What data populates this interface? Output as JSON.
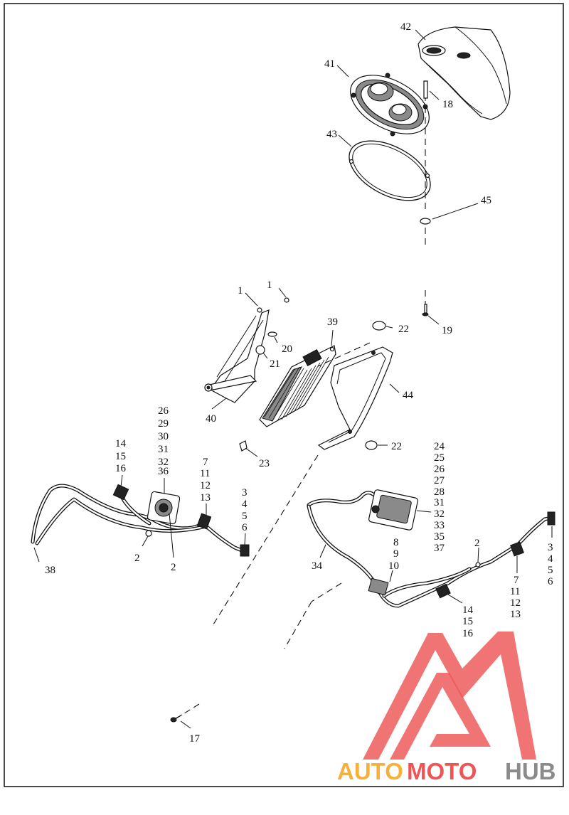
{
  "callouts": [
    {
      "id": "c42",
      "text": "42"
    },
    {
      "id": "c41",
      "text": "41"
    },
    {
      "id": "c18",
      "text": "18"
    },
    {
      "id": "c43",
      "text": "43"
    },
    {
      "id": "c45",
      "text": "45"
    },
    {
      "id": "c1a",
      "text": "1"
    },
    {
      "id": "c1b",
      "text": "1"
    },
    {
      "id": "c19",
      "text": "19"
    },
    {
      "id": "c39",
      "text": "39"
    },
    {
      "id": "c22a",
      "text": "22"
    },
    {
      "id": "c20",
      "text": "20"
    },
    {
      "id": "c21",
      "text": "21"
    },
    {
      "id": "c44",
      "text": "44"
    },
    {
      "id": "c40",
      "text": "40"
    },
    {
      "id": "c23",
      "text": "23"
    },
    {
      "id": "c22b",
      "text": "22"
    },
    {
      "id": "c2a",
      "text": "2"
    },
    {
      "id": "c2b",
      "text": "2"
    },
    {
      "id": "c38",
      "text": "38"
    },
    {
      "id": "c34",
      "text": "34"
    },
    {
      "id": "c2c",
      "text": "2"
    },
    {
      "id": "c17",
      "text": "17"
    }
  ],
  "stacks": [
    {
      "id": "s26",
      "lines": [
        "26",
        "29",
        "30",
        "31",
        "32",
        "36"
      ]
    },
    {
      "id": "s14a",
      "lines": [
        "14",
        "15",
        "16"
      ]
    },
    {
      "id": "s7a",
      "lines": [
        "7",
        "11",
        "12",
        "13"
      ]
    },
    {
      "id": "s3a",
      "lines": [
        "3",
        "4",
        "5",
        "6"
      ]
    },
    {
      "id": "s24",
      "lines": [
        "24",
        "25",
        "26",
        "27",
        "28",
        "31",
        "32",
        "33",
        "35",
        "37"
      ]
    },
    {
      "id": "s8",
      "lines": [
        "8",
        "9",
        "10"
      ]
    },
    {
      "id": "s3b",
      "lines": [
        "3",
        "4",
        "5",
        "6"
      ]
    },
    {
      "id": "s7b",
      "lines": [
        "7",
        "11",
        "12",
        "13"
      ]
    },
    {
      "id": "s14b",
      "lines": [
        "14",
        "15",
        "16"
      ]
    }
  ],
  "watermark": {
    "part1": "AUTO",
    "part2": "MOTO",
    "part3": "HUB",
    "color_red": "#ee5555",
    "color_orange": "#f5b13a",
    "color_gray": "#8b8b8b"
  }
}
